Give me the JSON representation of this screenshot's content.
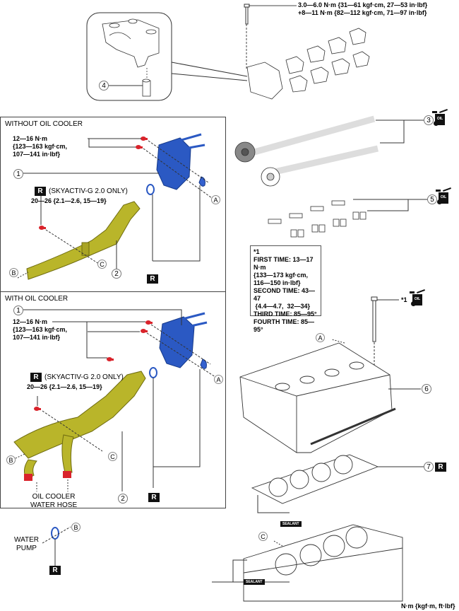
{
  "top_torque": {
    "line1": "3.0—6.0 N·m {31—61 kgf·cm, 27—53 in·lbf}",
    "line2": "+8—11 N·m {82—112 kgf·cm, 71—97 in·lbf}"
  },
  "callouts": {
    "c1": "1",
    "c2": "2",
    "c3": "3",
    "c4": "4",
    "c5": "5",
    "c6": "6",
    "c7": "7"
  },
  "letters": {
    "A": "A",
    "B": "B",
    "C": "C"
  },
  "replace_mark": "R",
  "oil_label": "OIL",
  "sealant_label": "SEALANT",
  "without_panel": {
    "title": "WITHOUT OIL COOLER",
    "torque_line1": "12—16 N·m",
    "torque_line2": "{123—163 kgf·cm,",
    "torque_line3": "107—141 in·lbf}",
    "skyactiv_note": "(SKYACTIV-G 2.0 ONLY)",
    "hose_torque": "20—26 {2.1—2.6, 15—19}"
  },
  "with_panel": {
    "title": "WITH OIL COOLER",
    "torque_line1": "12—16 N·m",
    "torque_line2": "{123—163 kgf·cm,",
    "torque_line3": "107—141 in·lbf}",
    "skyactiv_note": "(SKYACTIV-G 2.0 ONLY)",
    "hose_torque": "20—26 {2.1—2.6, 15—19}",
    "oil_cooler_line1": "OIL COOLER",
    "oil_cooler_line2": "WATER HOSE"
  },
  "water_pump": {
    "line1": "WATER",
    "line2": "PUMP"
  },
  "note1": {
    "ref": "*1",
    "first": "FIRST TIME: 13—17 N·m",
    "first_b": "{133—173 kgf·cm,",
    "first_c": "116—150 in·lbf}",
    "second": "SECOND TIME: 43—47",
    "second_b": " {4.4—4.7,  32—34}",
    "third": "THIRD TIME: 85—95°",
    "fourth": "FOURTH TIME: 85—95°"
  },
  "bolt_ref": "*1",
  "units_footer": "N·m {kgf·m, ft·lbf}"
}
